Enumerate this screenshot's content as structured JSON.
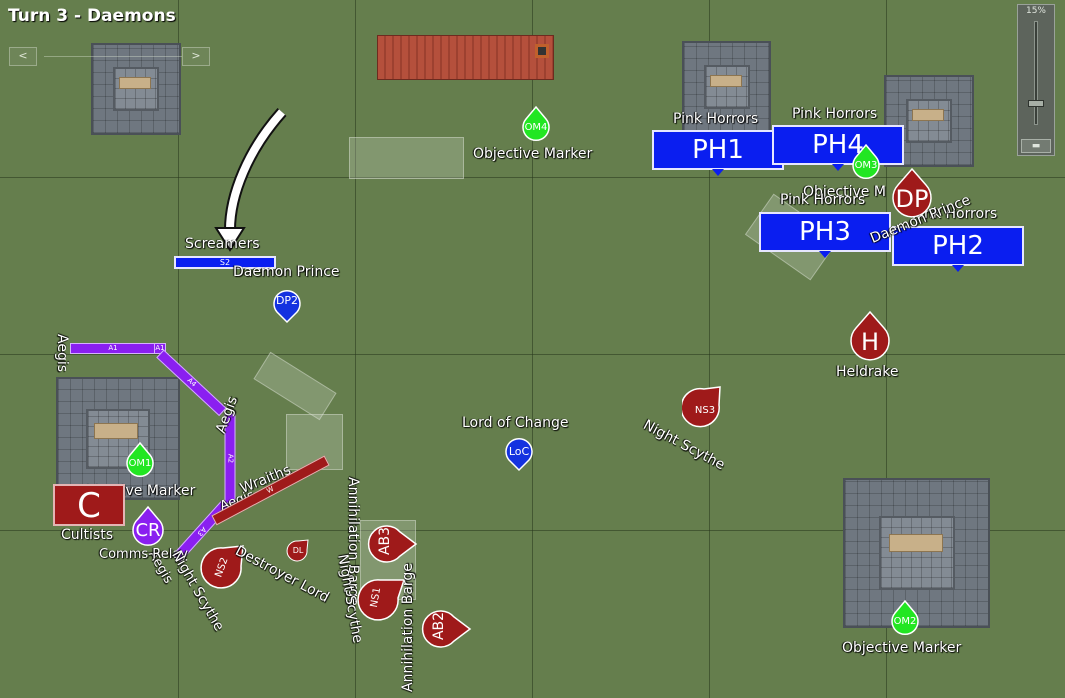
{
  "header": {
    "title": "Turn 3 - Daemons"
  },
  "nav": {
    "prev_label": "<",
    "next_label": ">"
  },
  "zoom": {
    "percent_label": "15%",
    "level": 0.15,
    "reset_label": "▬"
  },
  "colors": {
    "board": "#657e4d",
    "daemon_blue": "#0a1ef0",
    "necron_red": "#9f1a1a",
    "objective_green": "#22e622",
    "purple": "#8a1ff0"
  },
  "objectives": [
    {
      "id": "OM1",
      "label": "Objective Marker"
    },
    {
      "id": "OM2",
      "label": "Objective Marker"
    },
    {
      "id": "OM3",
      "label": "Objective M"
    },
    {
      "id": "OM4",
      "label": "Objective Marker"
    }
  ],
  "daemon_units": {
    "ph1": {
      "code": "PH1",
      "label": "Pink Horrors"
    },
    "ph2": {
      "code": "PH2",
      "label": "Pink Horrors"
    },
    "ph3": {
      "code": "PH3",
      "label": "Pink Horrors"
    },
    "ph4": {
      "code": "PH4",
      "label": "Pink Horrors"
    },
    "dp": {
      "code": "DP",
      "label": "Daemon Prince"
    },
    "dp2": {
      "code": "DP2",
      "label": "Daemon Prince"
    },
    "loc": {
      "code": "LoC",
      "label": "Lord of Change"
    },
    "h": {
      "code": "H",
      "label": "Heldrake"
    },
    "s2": {
      "code": "S2",
      "label": "Screamers"
    }
  },
  "necron_units": {
    "ns1": {
      "code": "NS1",
      "label": "Night Scythe"
    },
    "ns2": {
      "code": "NS2",
      "label": "Night Scythe"
    },
    "ns3": {
      "code": "NS3",
      "label": "Night Scythe"
    },
    "ab2": {
      "code": "AB2",
      "label": "Annihilation Barge"
    },
    "ab3": {
      "code": "AB3",
      "label": "Annihilation Barge"
    },
    "dl": {
      "code": "DL",
      "label": "Destroyer Lord"
    },
    "c": {
      "code": "C",
      "label": "Cultists"
    },
    "w": {
      "code": "W",
      "label": "Wraiths"
    },
    "cr": {
      "code": "CR",
      "label": "Comms Relay"
    }
  },
  "aegis": {
    "label": "Aegis",
    "segments": [
      "A1",
      "A1",
      "A4",
      "A2",
      "A3"
    ]
  }
}
